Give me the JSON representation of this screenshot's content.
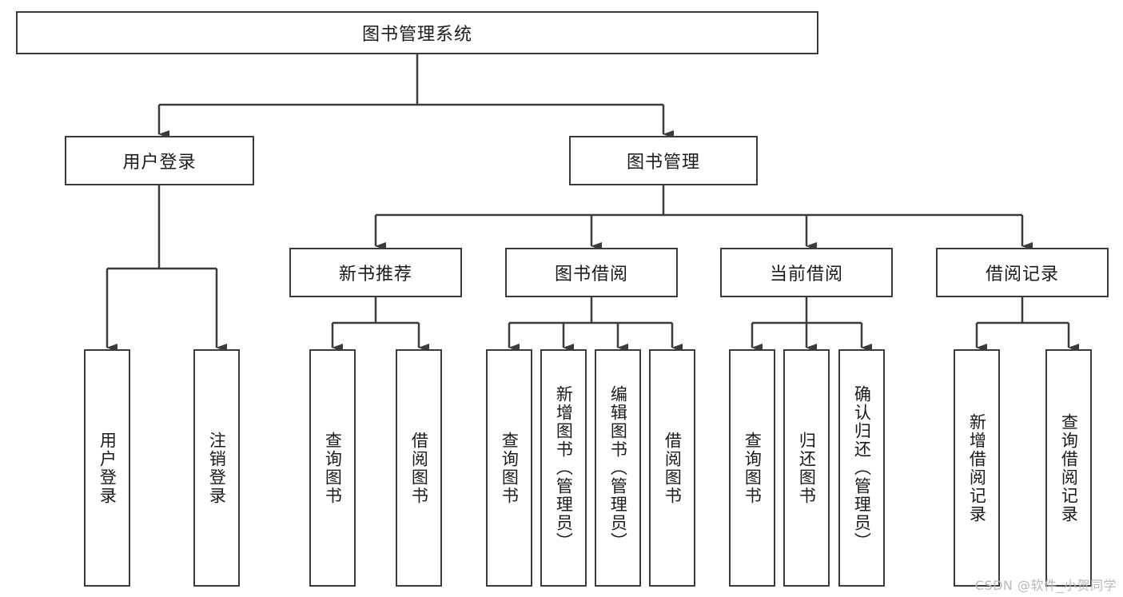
{
  "diagram": {
    "title": "图书管理系统",
    "type": "hierarchy-tree",
    "root": {
      "label": "图书管理系统"
    },
    "level2": [
      {
        "label": "用户登录"
      },
      {
        "label": "图书管理"
      }
    ],
    "level3": [
      {
        "label": "新书推荐"
      },
      {
        "label": "图书借阅"
      },
      {
        "label": "当前借阅"
      },
      {
        "label": "借阅记录"
      }
    ],
    "leaves": {
      "user_login": [
        {
          "label": "用户登录"
        },
        {
          "label": "注销登录"
        }
      ],
      "new_book_recommend": [
        {
          "label": "查询图书"
        },
        {
          "label": "借阅图书"
        }
      ],
      "book_borrow": [
        {
          "label": "查询图书"
        },
        {
          "label": "新增图书（管理员）"
        },
        {
          "label": "编辑图书（管理员）"
        },
        {
          "label": "借阅图书"
        }
      ],
      "current_borrow": [
        {
          "label": "查询图书"
        },
        {
          "label": "归还图书"
        },
        {
          "label": "确认归还（管理员）"
        }
      ],
      "borrow_record": [
        {
          "label": "新增借阅记录"
        },
        {
          "label": "查询借阅记录"
        }
      ]
    }
  },
  "watermark": {
    "text": "CSDN @软件_小贺同学"
  },
  "colors": {
    "stroke": "#3b3b3b",
    "text": "#1a1a1a",
    "background": "#ffffff",
    "watermark": "#b9b9b9"
  }
}
